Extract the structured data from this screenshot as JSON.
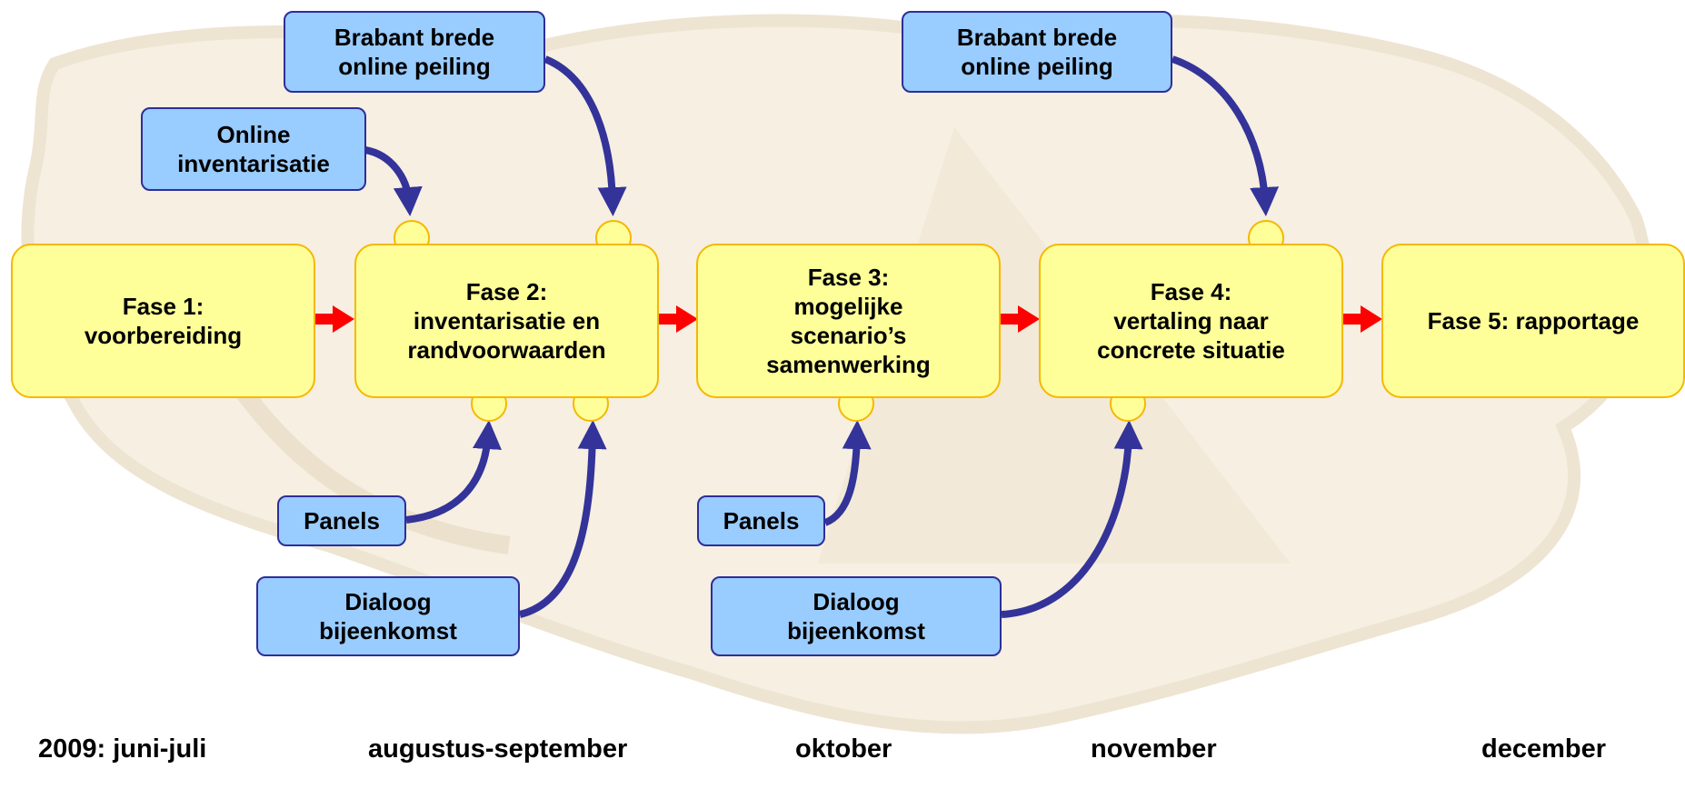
{
  "phases": [
    {
      "label": "Fase 1:\nvoorbereiding"
    },
    {
      "label": "Fase 2:\ninventarisatie en\nrandvoorwaarden"
    },
    {
      "label": "Fase 3:\nmogelijke\nscenario’s\nsamenwerking"
    },
    {
      "label": "Fase 4:\nvertaling naar\nconcrete situatie"
    },
    {
      "label": "Fase 5: rapportage"
    }
  ],
  "inputs": {
    "brabant_1": "Brabant brede\nonline peiling",
    "online_inventarisatie": "Online\ninventarisatie",
    "brabant_2": "Brabant brede\nonline peiling",
    "panels_1": "Panels",
    "dialoog_1": "Dialoog\nbijeenkomst",
    "panels_2": "Panels",
    "dialoog_2": "Dialoog\nbijeenkomst"
  },
  "timeline": {
    "t1": "2009: juni-juli",
    "t2": "augustus-september",
    "t3": "oktober",
    "t4": "november",
    "t5": "december"
  },
  "colors": {
    "phase_fill": "#ffff99",
    "phase_border": "#f5b800",
    "input_fill": "#99ccff",
    "input_border": "#2e2e99",
    "flow_arrow": "#ff0000",
    "input_arrow": "#333399",
    "background_map": "#f6efe2"
  }
}
